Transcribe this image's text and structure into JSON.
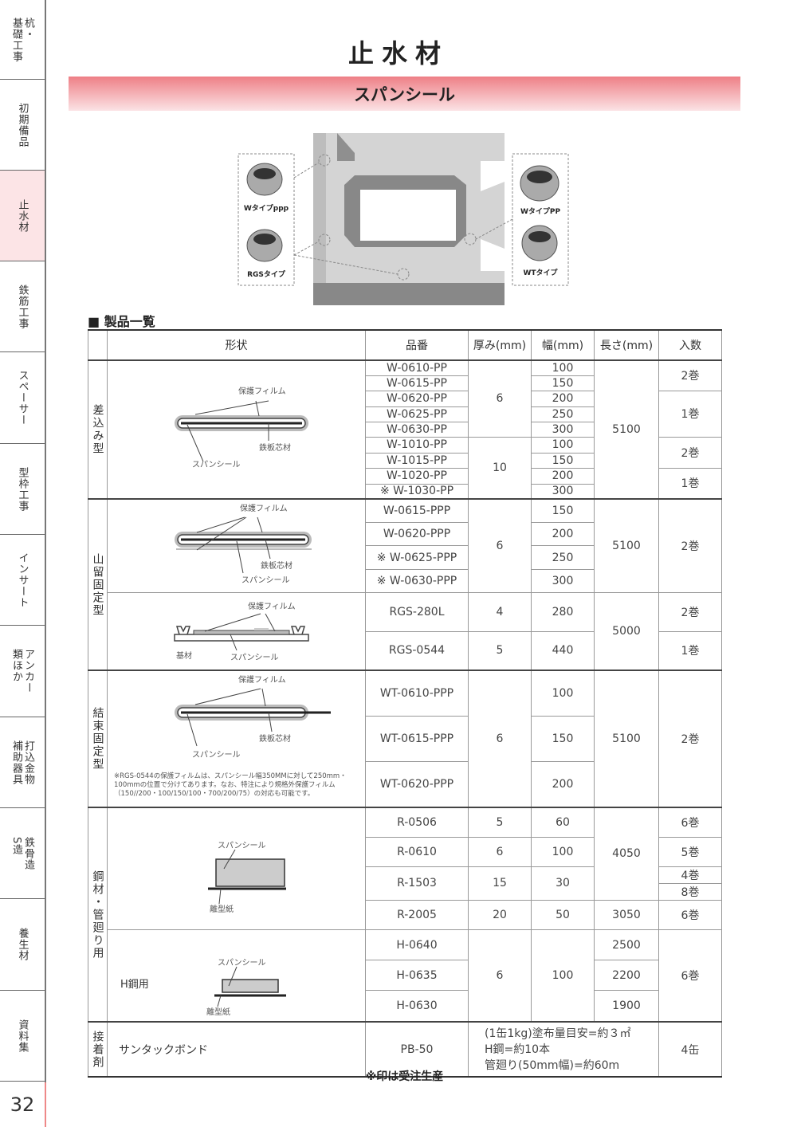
{
  "sidebar": {
    "tabs": [
      {
        "a": "杭・",
        "b": "基礎工事"
      },
      {
        "a": "初期備品",
        "b": ""
      },
      {
        "a": "止水材",
        "b": ""
      },
      {
        "a": "鉄筋工事",
        "b": ""
      },
      {
        "a": "スペーサー",
        "b": ""
      },
      {
        "a": "型枠工事",
        "b": ""
      },
      {
        "a": "インサート",
        "b": ""
      },
      {
        "a": "アンカー",
        "b": "類ほか"
      },
      {
        "a": "打込金物",
        "b": "補助器具"
      },
      {
        "a": "鉄骨造",
        "b": "S造"
      },
      {
        "a": "養生材",
        "b": ""
      },
      {
        "a": "資料集",
        "b": ""
      }
    ],
    "active": "止水材",
    "page": "32"
  },
  "title": "止水材",
  "band": "スパンシール",
  "photo": {
    "labels": [
      "Wタイプppp",
      "RGSタイプ",
      "WタイプPP",
      "WTタイプ"
    ]
  },
  "section": "■ 製品一覧",
  "headers": {
    "shape": "形状",
    "code": "品番",
    "thick": "厚み(mm)",
    "width": "幅(mm)",
    "length": "長さ(mm)",
    "qty": "入数"
  },
  "labels": {
    "film": "保護フィルム",
    "core": "鉄板芯材",
    "seal": "スパンシール",
    "base": "基材",
    "paper": "離型紙",
    "hbeam": "H鋼用"
  },
  "groups": {
    "sashikomi": {
      "cat": "差込み型",
      "rows": [
        {
          "code": "W-0610-PP",
          "w": "100"
        },
        {
          "code": "W-0615-PP",
          "w": "150"
        },
        {
          "code": "W-0620-PP",
          "w": "200"
        },
        {
          "code": "W-0625-PP",
          "w": "250"
        },
        {
          "code": "W-0630-PP",
          "w": "300"
        },
        {
          "code": "W-1010-PP",
          "w": "100"
        },
        {
          "code": "W-1015-PP",
          "w": "150"
        },
        {
          "code": "W-1020-PP",
          "w": "200"
        },
        {
          "code": "※ W-1030-PP",
          "w": "300"
        }
      ],
      "t1": "6",
      "t2": "10",
      "len": "5100",
      "q": [
        "2巻",
        "1巻",
        "2巻",
        "1巻"
      ]
    },
    "yamadome": {
      "cat": "山留固定型",
      "rows": [
        {
          "code": "W-0615-PPP",
          "w": "150"
        },
        {
          "code": "W-0620-PPP",
          "w": "200"
        },
        {
          "code": "※ W-0625-PPP",
          "w": "250"
        },
        {
          "code": "※ W-0630-PPP",
          "w": "300"
        }
      ],
      "t": "6",
      "len": "5100",
      "q": "2巻",
      "rgs": [
        {
          "code": "RGS-280L",
          "t": "4",
          "w": "280",
          "q": "2巻"
        },
        {
          "code": "RGS-0544",
          "t": "5",
          "w": "440",
          "q": "1巻"
        }
      ],
      "rgs_len": "5000"
    },
    "kessoku": {
      "cat": "結束固定型",
      "rows": [
        {
          "code": "WT-0610-PPP",
          "w": "100"
        },
        {
          "code": "WT-0615-PPP",
          "w": "150"
        },
        {
          "code": "WT-0620-PPP",
          "w": "200"
        }
      ],
      "t": "6",
      "len": "5100",
      "q": "2巻",
      "note": "※RGS-0544の保護フィルムは、スパンシール幅350MMに対して250mm・100mmの位置で分けてあります。なお、特注により規格外保護フィルム（150//200・100/150/100・700/200/75）の対応も可能です。"
    },
    "kouzai": {
      "cat": "鋼材・管廻り用",
      "r": [
        {
          "code": "R-0506",
          "t": "5",
          "w": "60",
          "q": "6巻"
        },
        {
          "code": "R-0610",
          "t": "6",
          "w": "100",
          "q": "5巻"
        },
        {
          "code": "R-1503",
          "t": "15",
          "w": "30",
          "q": "4巻",
          "q2": "8巻"
        },
        {
          "code": "R-2005",
          "t": "20",
          "w": "50",
          "len": "3050",
          "q": "6巻"
        }
      ],
      "r_len": "4050",
      "h": [
        {
          "code": "H-0640",
          "len": "2500"
        },
        {
          "code": "H-0635",
          "len": "2200"
        },
        {
          "code": "H-0630",
          "len": "1900"
        }
      ],
      "h_t": "6",
      "h_w": "100",
      "h_q": "6巻"
    },
    "bond": {
      "cat": "接着剤",
      "name": "サンタックボンド",
      "code": "PB-50",
      "spec": [
        "(1缶1kg)塗布量目安=約３㎡",
        "H鋼=約10本",
        "管廻り(50mm幅)=約60m"
      ],
      "q": "4缶"
    }
  },
  "footnote": "※印は受注生産"
}
